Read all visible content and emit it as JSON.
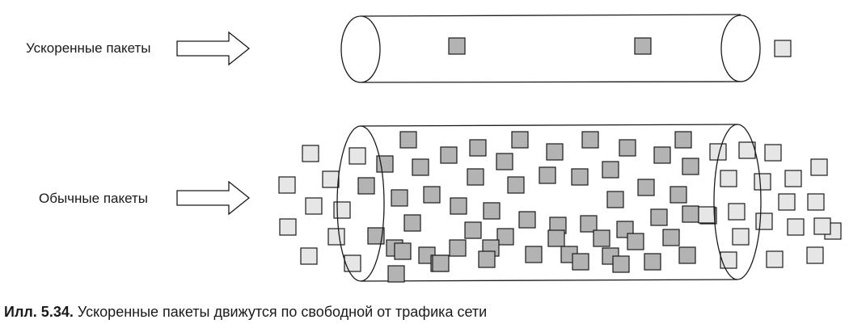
{
  "labels": {
    "accelerated": "Ускоренные пакеты",
    "normal": "Обычные пакеты"
  },
  "caption": {
    "number": "Илл. 5.34.",
    "text": "Ускоренные пакеты движутся по свободной от трафика сети"
  },
  "colors": {
    "packet_inside": "#b3b3b3",
    "packet_outside": "#e6e6e6",
    "outline": "#1a1a1a"
  }
}
